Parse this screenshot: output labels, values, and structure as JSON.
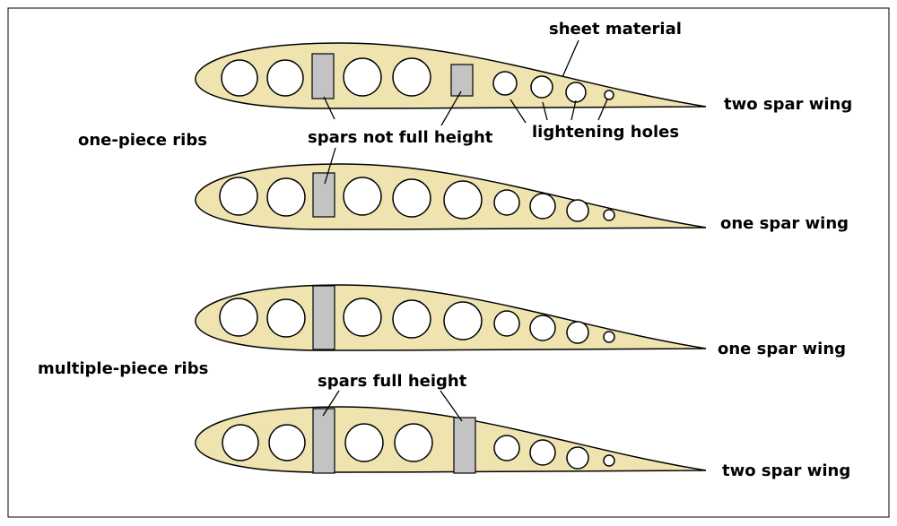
{
  "colors": {
    "rib_fill": "#EFE4B0",
    "spar_fill": "#C3C3C3",
    "outline": "#000000",
    "hole_fill": "#FFFFFF",
    "background": "#FFFFFF"
  },
  "labels": {
    "sheet_material": "sheet material",
    "lightening_holes": "lightening holes",
    "spars_not_full_height": "spars not full height",
    "one_piece_ribs": "one-piece ribs",
    "multiple_piece_ribs": "multiple-piece ribs",
    "spars_full_height": "spars full height"
  },
  "ribs": [
    {
      "wing_label": "two spar wing",
      "rib_type": "one-piece",
      "spar_count": 2,
      "spar_type": "not full height",
      "lightening_hole_count": 8
    },
    {
      "wing_label": "one spar wing",
      "rib_type": "one-piece",
      "spar_count": 1,
      "spar_type": "not full height",
      "lightening_hole_count": 9
    },
    {
      "wing_label": "one spar wing",
      "rib_type": "multiple-piece",
      "spar_count": 1,
      "spar_type": "full height",
      "lightening_hole_count": 9
    },
    {
      "wing_label": "two spar wing",
      "rib_type": "multiple-piece",
      "spar_count": 2,
      "spar_type": "full height",
      "lightening_hole_count": 8
    }
  ]
}
